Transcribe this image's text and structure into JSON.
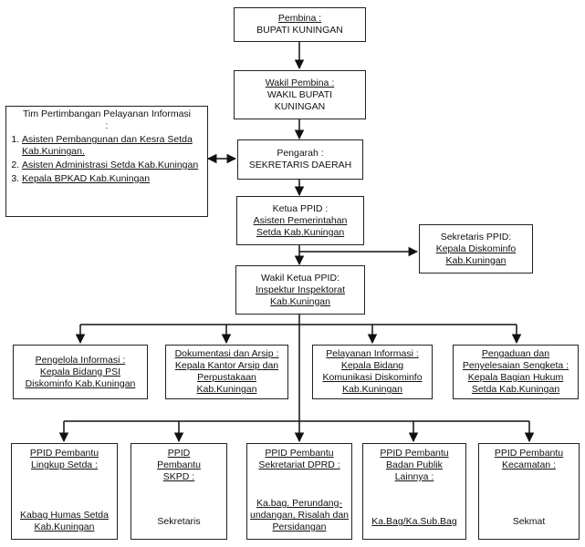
{
  "pembina": {
    "label": "Pembina :",
    "value": "BUPATI KUNINGAN"
  },
  "wakil_pembina": {
    "label": "Wakil Pembina :",
    "value": "WAKIL BUPATI KUNINGAN"
  },
  "pengarah": {
    "label": "Pengarah :",
    "value": "SEKRETARIS DAERAH"
  },
  "tim": {
    "title": "Tim Pertimbangan Pelayanan Informasi :",
    "items": [
      "Asisten Pembangunan dan Kesra Setda Kab.Kuningan.",
      "Asisten Administrasi Setda Kab.Kuningan",
      "Kepala BPKAD Kab.Kuningan"
    ]
  },
  "ketua": {
    "label": "Ketua PPID :",
    "value": "Asisten Pemerintahan Setda Kab.Kuningan"
  },
  "sekretaris": {
    "label": "Sekretaris PPID:",
    "value": "Kepala Diskominfo Kab.Kuningan"
  },
  "wakil_ketua": {
    "label": "Wakil Ketua PPID:",
    "value": "Inspektur Inspektorat Kab.Kuningan"
  },
  "row1": [
    {
      "label": "Pengelola Informasi :",
      "value": "Kepala Bidang PSI Diskominfo Kab.Kuningan"
    },
    {
      "label": "Dokumentasi dan Arsip :",
      "value": "Kepala Kantor Arsip dan Perpustakaan Kab.Kuningan"
    },
    {
      "label": "Pelayanan Informasi :",
      "value": "Kepala Bidang Komunikasi Diskominfo Kab.Kuningan"
    },
    {
      "label": "Pengaduan dan Penyelesaian Sengketa :",
      "value": "Kepala Bagian Hukum Setda Kab.Kuningan"
    }
  ],
  "row2": [
    {
      "label": "PPID Pembantu Lingkup Setda :",
      "value": "Kabag Humas Setda Kab.Kuningan"
    },
    {
      "label": "PPID Pembantu SKPD :",
      "value": "Sekretaris"
    },
    {
      "label": "PPID Pembantu Sekretariat DPRD :",
      "value": "Ka.bag. Perundang-undangan, Risalah dan Persidangan"
    },
    {
      "label": "PPID Pembantu Badan Publik Lainnya :",
      "value": "Ka.Bag/Ka.Sub.Bag"
    },
    {
      "label": "PPID Pembantu Kecamatan :",
      "value": "Sekmat"
    }
  ]
}
